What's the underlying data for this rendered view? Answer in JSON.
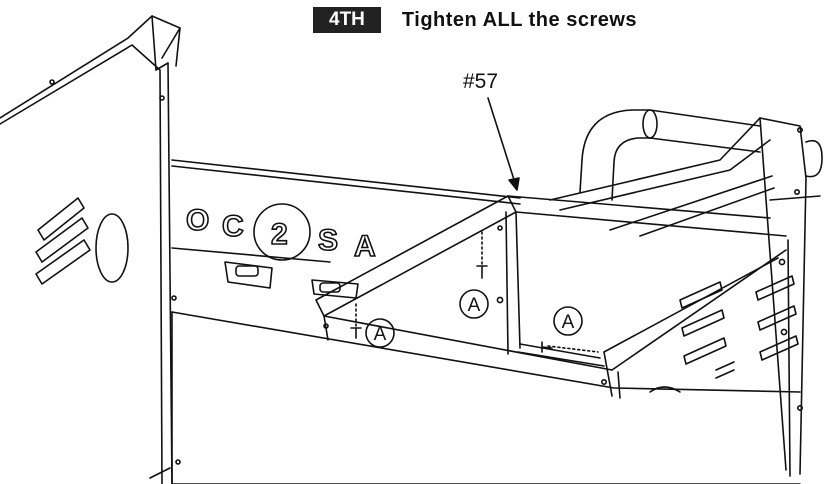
{
  "step": {
    "badge": "4TH",
    "instruction": "Tighten ALL the screws"
  },
  "part_callout": "#57",
  "screw_marker": "A",
  "panel_lettering": [
    "O",
    "C",
    "2",
    "S",
    "A"
  ],
  "colors": {
    "ink": "#111111",
    "badge_bg": "#222222",
    "badge_text": "#ffffff",
    "paper": "#ffffff"
  }
}
